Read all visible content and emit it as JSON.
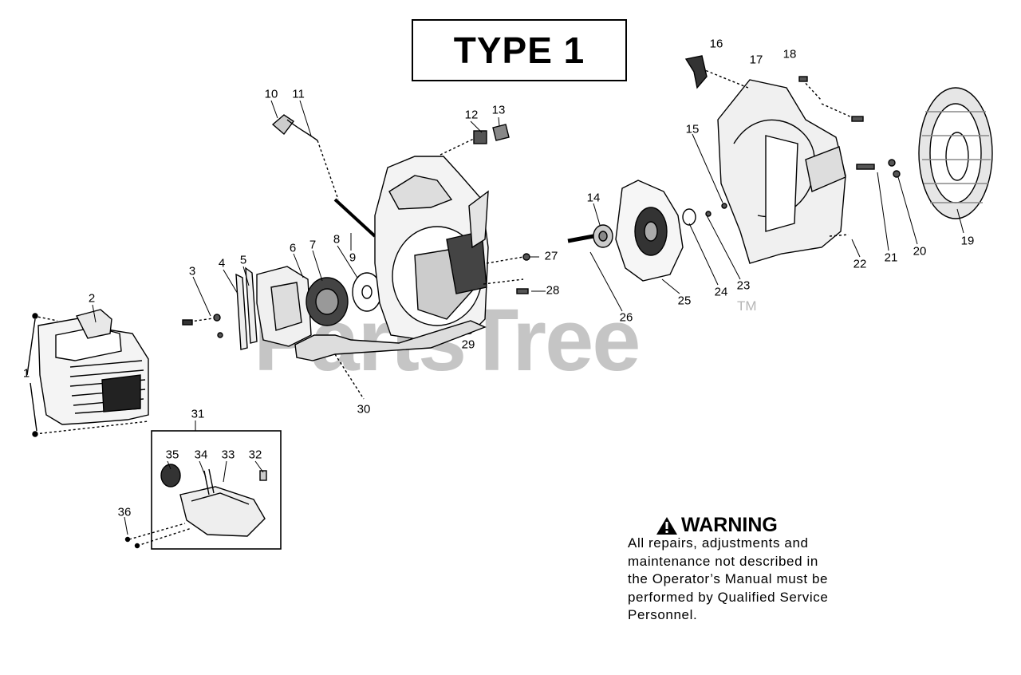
{
  "title": "TYPE 1",
  "watermark": {
    "text": "PartsTree",
    "tm": "TM"
  },
  "warning": {
    "title": "WARNING",
    "body": "All repairs, adjustments and\nmaintenance not described in\nthe Operator’s Manual must be\nperformed by Qualified Service\nPersonnel."
  },
  "callouts": {
    "c1": "1",
    "c2": "2",
    "c3": "3",
    "c4": "4",
    "c5": "5",
    "c6": "6",
    "c7": "7",
    "c8": "8",
    "c9": "9",
    "c10": "10",
    "c11": "11",
    "c12": "12",
    "c13": "13",
    "c14": "14",
    "c15": "15",
    "c16": "16",
    "c17": "17",
    "c18": "18",
    "c19": "19",
    "c20": "20",
    "c21": "21",
    "c22": "22",
    "c23": "23",
    "c24": "24",
    "c25": "25",
    "c26": "26",
    "c27": "27",
    "c28": "28",
    "c29": "29",
    "c30": "30",
    "c31": "31",
    "c32": "32",
    "c33": "33",
    "c34": "34",
    "c35": "35",
    "c36": "36"
  },
  "colors": {
    "ink": "#000000",
    "watermark": "#969696"
  }
}
